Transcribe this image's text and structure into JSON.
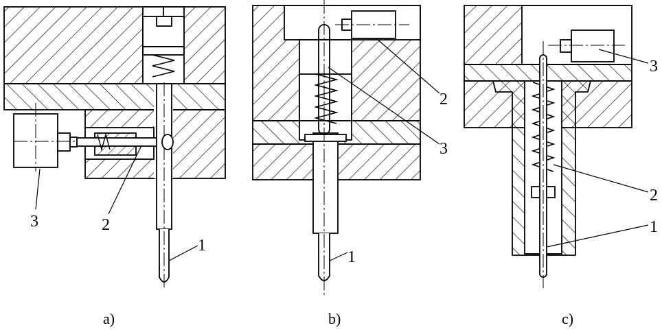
{
  "figure": {
    "panels": [
      {
        "caption": "a)",
        "callouts": [
          "1",
          "2",
          "3"
        ]
      },
      {
        "caption": "b)",
        "callouts": [
          "1",
          "2",
          "3"
        ]
      },
      {
        "caption": "c)",
        "callouts": [
          "1",
          "2",
          "3"
        ]
      }
    ]
  }
}
